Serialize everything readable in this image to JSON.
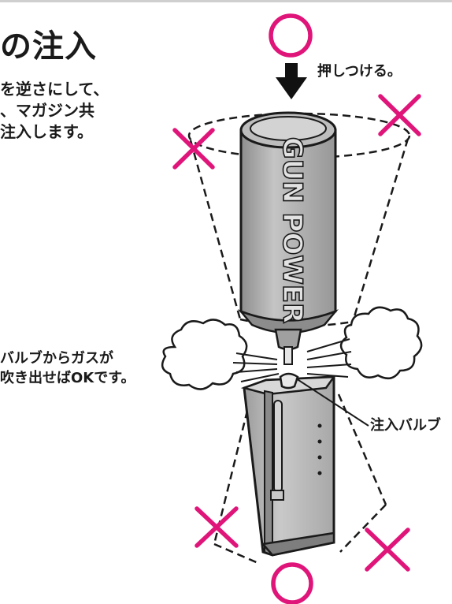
{
  "title": "の注入",
  "description_lines": [
    "を逆さにして、",
    "、マガジン共",
    "注入します。"
  ],
  "labels": {
    "push": "押しつける。",
    "spray_line1": "バルブからガスが",
    "spray_line2": "吹き出せばOKです。",
    "valve": "注入バルブ"
  },
  "can_text": "GUN POWER",
  "colors": {
    "mark": "#e0157a",
    "can_fill": "#a9a9a9",
    "magazine_fill": "#b5b5b5",
    "line": "#1a1a1a"
  },
  "icons": {
    "correct": "circle-mark",
    "wrong": "cross-mark",
    "push": "arrow-down"
  }
}
